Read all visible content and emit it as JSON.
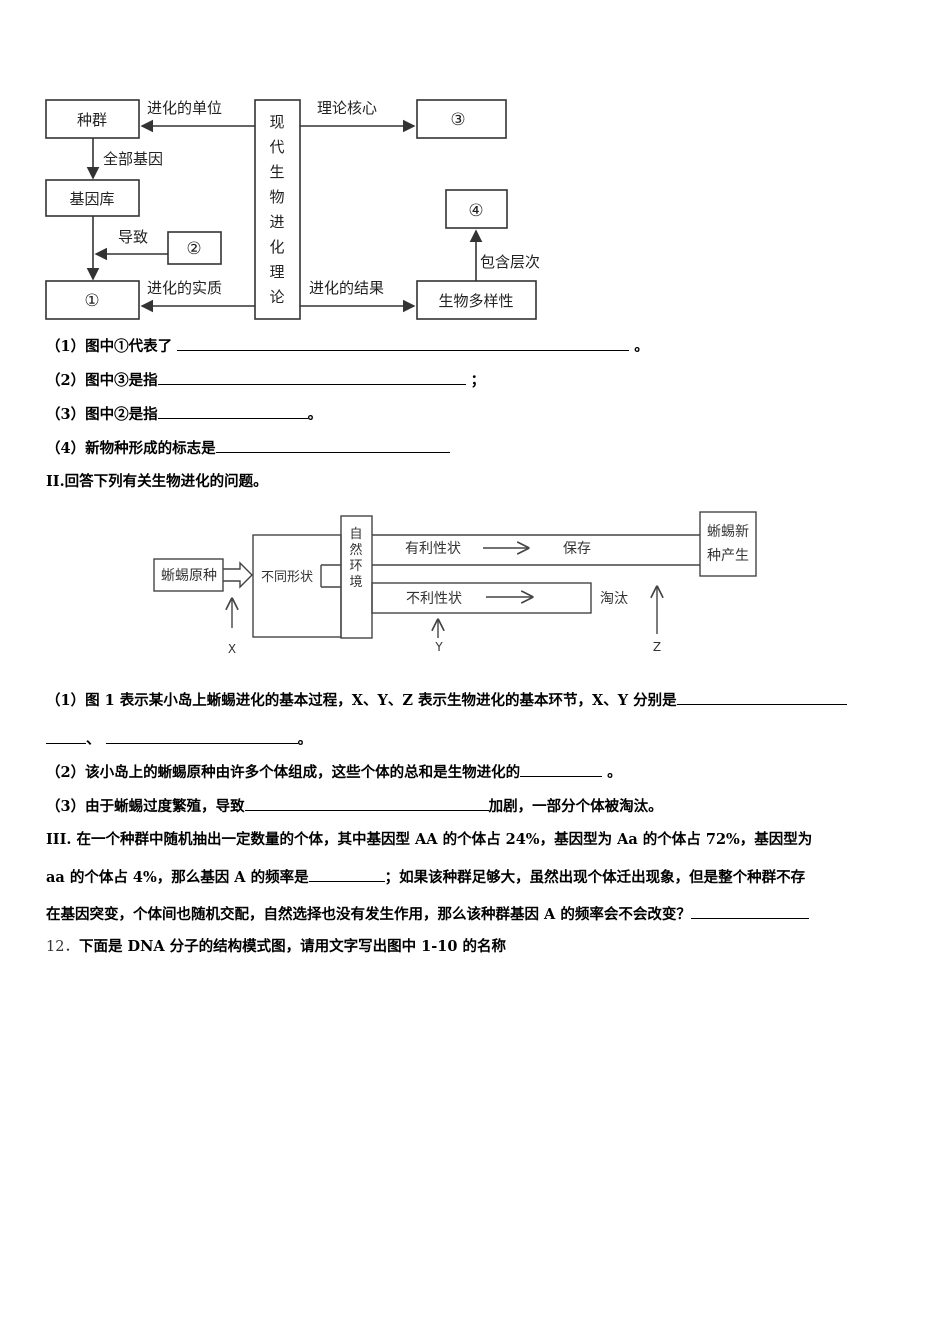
{
  "diagram1": {
    "center_chars": [
      "现",
      "代",
      "生",
      "物",
      "进",
      "化",
      "理",
      "论"
    ],
    "box_zhongqun": "种群",
    "box_jiyinku": "基因库",
    "box_1": "①",
    "box_2": "②",
    "box_3": "③",
    "box_4": "④",
    "box_shengwu": "生物多样性",
    "label_unit": "进化的单位",
    "label_all_genes": "全部基因",
    "label_lead": "导致",
    "label_essence": "进化的实质",
    "label_core": "理论核心",
    "label_result": "进化的结果",
    "label_levels": "包含层次"
  },
  "part1": {
    "q1_a": "（1）图中①代表了",
    "q1_b": "。",
    "q2_a": "（2）图中③是指",
    "q2_b": "；",
    "q3_a": "（3）图中②是指",
    "q3_b": "。",
    "q4_a": "（4）新物种形成的标志是"
  },
  "part2": {
    "heading_num": "II.",
    "heading_text": "回答下列有关生物进化的问题。",
    "q1_a": "（1）图 1 表示某小岛上蜥蜴进化的基本过程，X、Y、Z 表示生物进化的基本环节，X、Y 分别是",
    "q1_b": "、",
    "q1_c": "。",
    "q2_a": "（2）该小岛上的蜥蜴原种由许多个体组成，这些个体的总和是生物进化的",
    "q2_b": "。",
    "q3_a": "（3）由于蜥蜴过度繁殖，导致",
    "q3_b": "加剧，一部分个体被淘汰。"
  },
  "diagram2": {
    "box_origin": "蜥蜴原种",
    "box_traits": "不同形状",
    "env_chars": [
      "自",
      "然",
      "环",
      "境"
    ],
    "favorable": "有利性状",
    "keep": "保存",
    "unfavorable": "不利性状",
    "eliminate": "淘汰",
    "new_species_l1": "蜥蜴新",
    "new_species_l2": "种产生",
    "x": "X",
    "y": "Y",
    "z": "Z"
  },
  "part3": {
    "num": "III.",
    "line1": "在一个种群中随机抽出一定数量的个体，其中基因型 AA 的个体占 24%，基因型为 Aa 的个体占 72%，基因型为",
    "line2_a": "aa 的个体占 4%，那么基因 A 的频率是",
    "line2_b": "；如果该种群足够大，虽然出现个体迁出现象，但是整个种群不存",
    "line3_a": "在基因突变，个体间也随机交配，自然选择也没有发生作用，那么该种群基因 A 的频率会不会改变？"
  },
  "q12": {
    "num": "12．",
    "text": "下面是 DNA 分子的结构模式图，请用文字写出图中 1-10 的名称"
  }
}
